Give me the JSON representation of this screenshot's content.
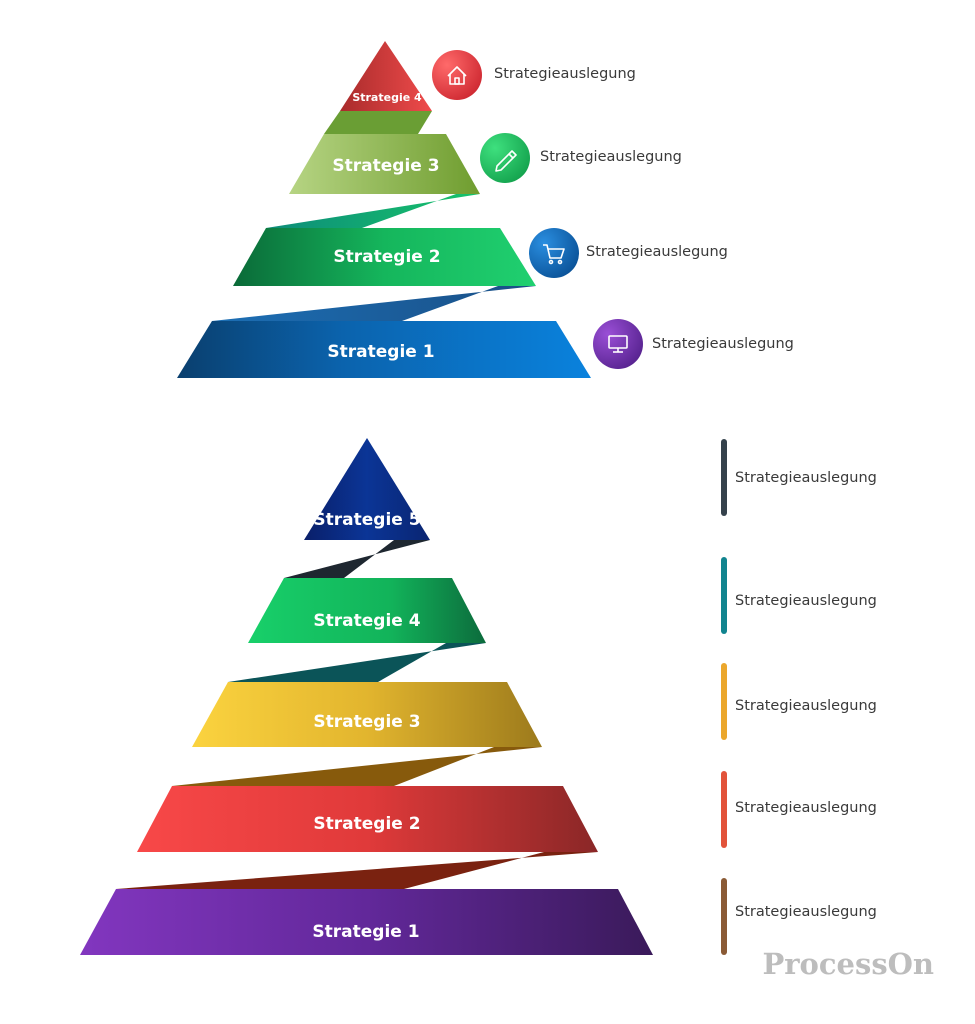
{
  "pyramid_top": {
    "levels": [
      {
        "label": "Strategie 4",
        "description": "Strategieauslegung",
        "icon": "home-icon",
        "color_a": "#c0392b",
        "color_b": "#e74c3c",
        "badge": "#e3343f"
      },
      {
        "label": "Strategie 3",
        "description": "Strategieauslegung",
        "icon": "pencil-icon",
        "color_a": "#a8c86a",
        "color_b": "#7aa53a",
        "badge": "#1db954"
      },
      {
        "label": "Strategie 2",
        "description": "Strategieauslegung",
        "icon": "cart-icon",
        "color_a": "#0f7a3f",
        "color_b": "#1ec96a",
        "badge": "#0a64b6"
      },
      {
        "label": "Strategie 1",
        "description": "Strategieauslegung",
        "icon": "monitor-icon",
        "color_a": "#0c4f86",
        "color_b": "#0a7fd6",
        "badge": "#6a2ea8"
      }
    ]
  },
  "pyramid_bottom": {
    "levels": [
      {
        "label": "Strategie 5",
        "description": "Strategieauslegung",
        "color_a": "#0b2f84",
        "color_b": "#0a2870",
        "bar": "#35424c"
      },
      {
        "label": "Strategie 4",
        "description": "Strategieauslegung",
        "color_a": "#12c45f",
        "color_b": "#0e7a45",
        "bar": "#11848f"
      },
      {
        "label": "Strategie 3",
        "description": "Strategieauslegung",
        "color_a": "#f6c93a",
        "color_b": "#a07f1c",
        "bar": "#eba72c"
      },
      {
        "label": "Strategie 2",
        "description": "Strategieauslegung",
        "color_a": "#f44a4a",
        "color_b": "#8e2a2a",
        "bar": "#e2533a"
      },
      {
        "label": "Strategie 1",
        "description": "Strategieauslegung",
        "color_a": "#7c34b8",
        "color_b": "#3c1a5e",
        "bar": "#8a5a35"
      }
    ]
  },
  "watermark": "ProcessOn"
}
